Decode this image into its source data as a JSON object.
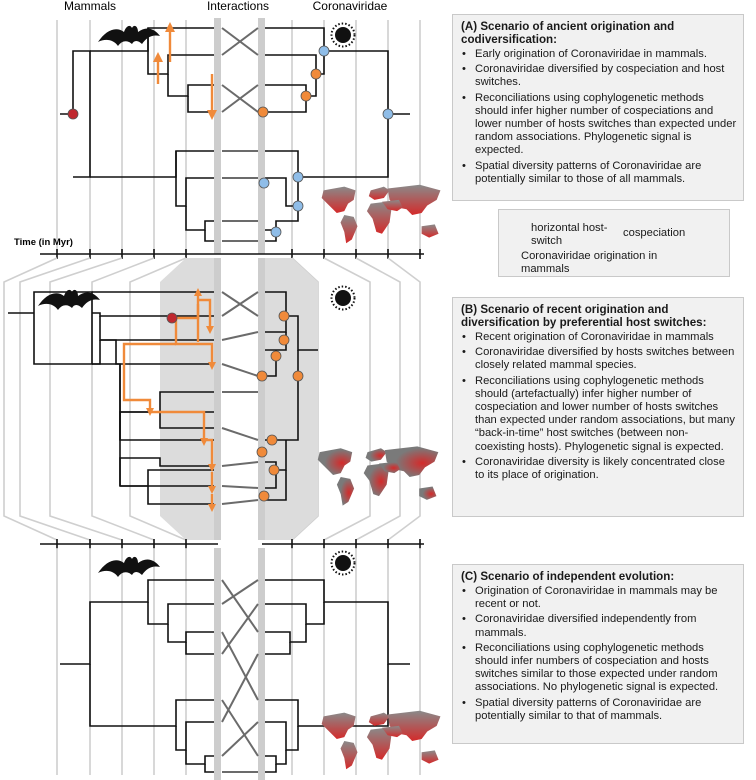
{
  "header": {
    "mammals": "Mammals",
    "interactions": "Interactions",
    "coronaviridae": "Coronaviridae"
  },
  "time_axis_label": "Time (in Myr)",
  "colors": {
    "host_switch": "#f08a3a",
    "cospeciation": "#8fbde8",
    "origin": "#c0282f",
    "tree": "#111111",
    "link": "#6b6b6b",
    "shade": "#dcdcdc",
    "map_grey": "#7a7a7a",
    "map_red": "#d42a2a"
  },
  "icons": {
    "bat": "bat-silhouette-icon",
    "virus": "virus-particle-icon",
    "map": "world-map-icon"
  },
  "panels": {
    "A": {
      "title": "(A) Scenario of ancient origination and codiversification:",
      "bullets": [
        "Early origination of Coronaviridae in mammals.",
        "Coronaviridae diversified by cospeciation and host switches.",
        "Reconciliations using cophylogenetic methods should infer higher number of cospeciations and lower number of hosts switches than expected under random associations. Phylogenetic signal is expected.",
        "Spatial diversity patterns of Coronaviridae are potentially similar to those of all mammals."
      ]
    },
    "B": {
      "title": "(B) Scenario of recent origination and diversification by preferential host switches:",
      "bullets": [
        "Recent origination of Coronaviridae in mammals",
        "Coronaviridae diversified by hosts switches between closely related mammal species.",
        "Reconciliations using cophylogenetic methods should (artefactually) infer higher number of cospeciation and lower number of hosts switches than expected under random associations, but many “back-in-time” host switches (between non-coexisting hosts). Phylogenetic signal is expected.",
        "Coronaviridae diversity is likely concentrated close to its place of origination."
      ]
    },
    "C": {
      "title": "(C) Scenario of independent evolution:",
      "bullets": [
        "Origination of Coronaviridae in mammals may be recent or not.",
        "Coronaviridae diversified independently from mammals.",
        "Reconciliations using cophylogenetic methods should infer numbers of cospeciation and hosts switches similar to those expected under random associations. No phylogenetic signal is expected.",
        "Spatial diversity patterns of Coronaviridae are potentially similar to that of mammals."
      ]
    }
  },
  "legend": {
    "host_switch": "horizontal host-switch",
    "cospeciation": "cospeciation",
    "origin": "Coronaviridae origination in mammals"
  }
}
